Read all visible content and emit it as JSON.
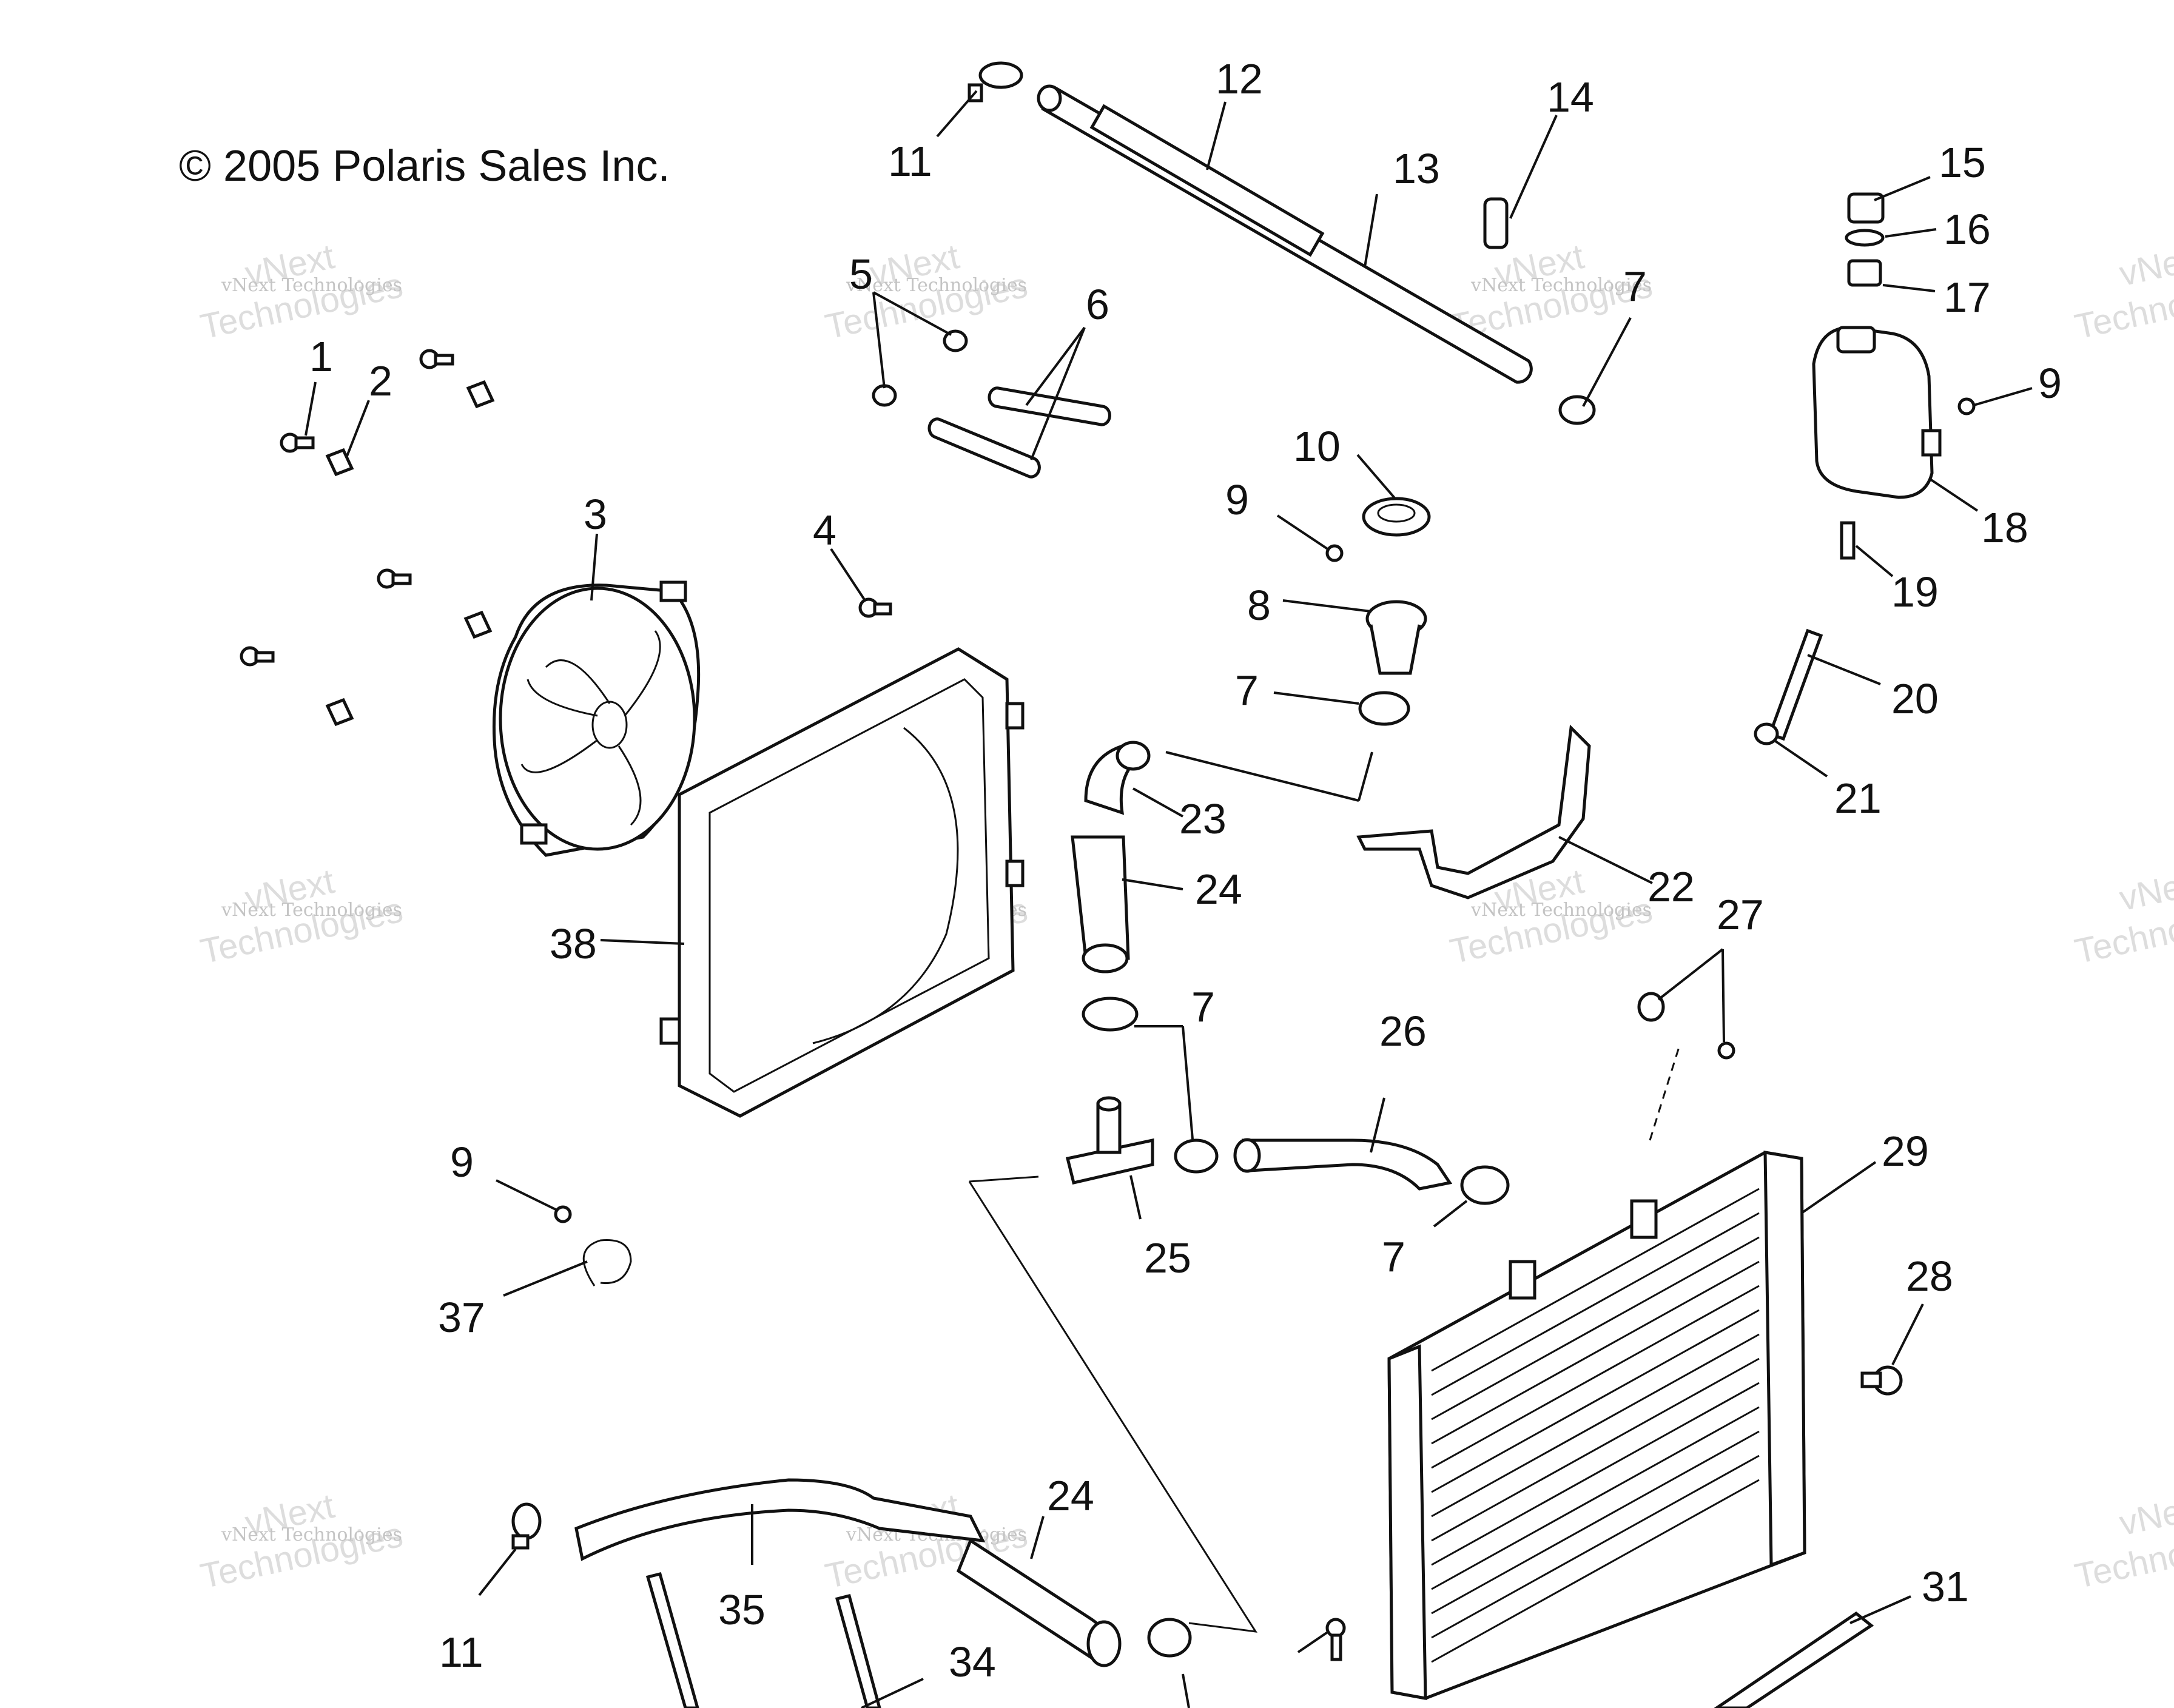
{
  "copyright": "© 2005 Polaris Sales Inc.",
  "watermark": {
    "line1": "vNext Technologies",
    "line2": "vNext",
    "line3": "Technologies"
  },
  "callouts": [
    {
      "id": "c1",
      "label": "1"
    },
    {
      "id": "c2",
      "label": "2"
    },
    {
      "id": "c3",
      "label": "3"
    },
    {
      "id": "c4",
      "label": "4"
    },
    {
      "id": "c5",
      "label": "5"
    },
    {
      "id": "c6",
      "label": "6"
    },
    {
      "id": "c7a",
      "label": "7"
    },
    {
      "id": "c7b",
      "label": "7"
    },
    {
      "id": "c7c",
      "label": "7"
    },
    {
      "id": "c7d",
      "label": "7"
    },
    {
      "id": "c8",
      "label": "8"
    },
    {
      "id": "c9a",
      "label": "9"
    },
    {
      "id": "c9b",
      "label": "9"
    },
    {
      "id": "c9c",
      "label": "9"
    },
    {
      "id": "c10",
      "label": "10"
    },
    {
      "id": "c11a",
      "label": "11"
    },
    {
      "id": "c11b",
      "label": "11"
    },
    {
      "id": "c12",
      "label": "12"
    },
    {
      "id": "c13",
      "label": "13"
    },
    {
      "id": "c14",
      "label": "14"
    },
    {
      "id": "c15",
      "label": "15"
    },
    {
      "id": "c16",
      "label": "16"
    },
    {
      "id": "c17",
      "label": "17"
    },
    {
      "id": "c18",
      "label": "18"
    },
    {
      "id": "c19",
      "label": "19"
    },
    {
      "id": "c20",
      "label": "20"
    },
    {
      "id": "c21",
      "label": "21"
    },
    {
      "id": "c22",
      "label": "22"
    },
    {
      "id": "c23",
      "label": "23"
    },
    {
      "id": "c24a",
      "label": "24"
    },
    {
      "id": "c24b",
      "label": "24"
    },
    {
      "id": "c25",
      "label": "25"
    },
    {
      "id": "c26",
      "label": "26"
    },
    {
      "id": "c27",
      "label": "27"
    },
    {
      "id": "c28",
      "label": "28"
    },
    {
      "id": "c29",
      "label": "29"
    },
    {
      "id": "c31",
      "label": "31"
    },
    {
      "id": "c34",
      "label": "34"
    },
    {
      "id": "c35",
      "label": "35"
    },
    {
      "id": "c37",
      "label": "37"
    },
    {
      "id": "c38",
      "label": "38"
    }
  ]
}
